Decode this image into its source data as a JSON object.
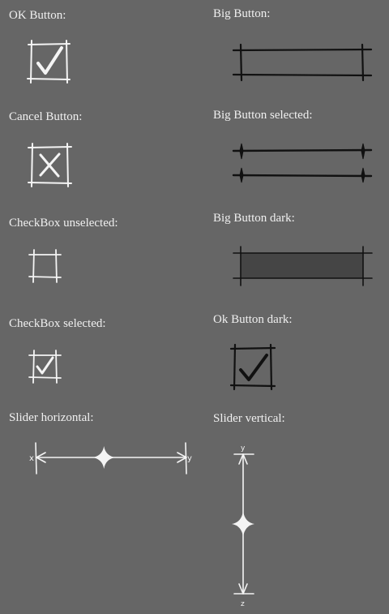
{
  "labels": {
    "ok_button": "OK Button:",
    "cancel_button": "Cancel Button:",
    "checkbox_unselected": "CheckBox unselected:",
    "checkbox_selected": "CheckBox selected:",
    "slider_horizontal": "Slider horizontal:",
    "big_button": "Big Button:",
    "big_button_selected": "Big Button selected:",
    "big_button_dark": "Big Button dark:",
    "ok_button_dark": "Ok Button dark:",
    "slider_vertical": "Slider vertical:"
  },
  "slider_horizontal": {
    "min_label": "x",
    "max_label": "y",
    "value": 0.45
  },
  "slider_vertical": {
    "top_label": "y",
    "bottom_label": "z",
    "value": 0.5
  },
  "colors": {
    "background": "#666666",
    "sketch_light": "#f4f4f4",
    "sketch_dark": "#111111",
    "dark_fill": "#454545"
  },
  "icons": {
    "ok": "check-icon",
    "cancel": "x-icon",
    "slider_thumb": "star-thumb-icon"
  }
}
